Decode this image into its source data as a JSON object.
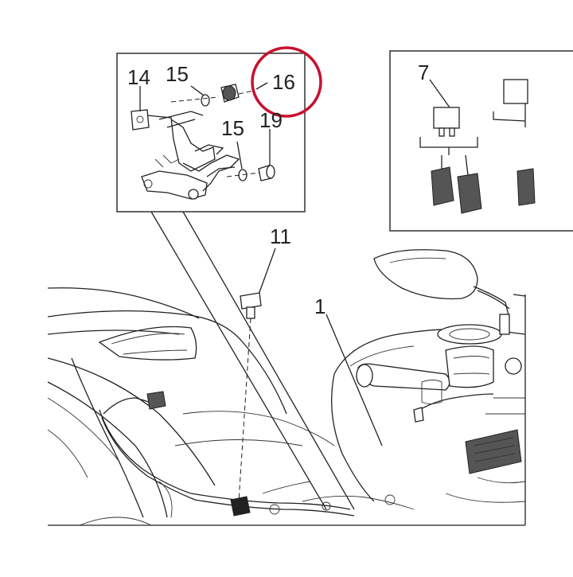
{
  "callouts": {
    "c14": "14",
    "c15a": "15",
    "c16": "16",
    "c15b": "15",
    "c19": "19",
    "c7": "7",
    "c11": "11",
    "c1": "1"
  },
  "colors": {
    "highlight": "#c8102e",
    "line": "#222222"
  },
  "icons": {
    "highlight": "red-circle-highlight",
    "mirror": "mirror-icon",
    "fuse": "fuse-icon",
    "screw": "screw-icon"
  }
}
